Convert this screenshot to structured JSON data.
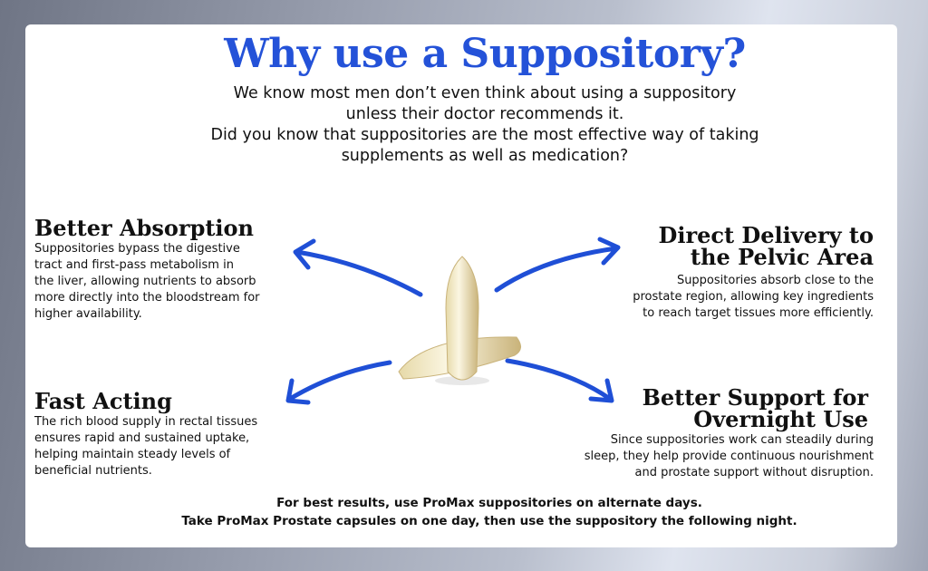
{
  "title": "Why use a Suppository?",
  "intro": [
    "We know most men don’t even think about using a suppository",
    "unless their doctor recommends it.",
    "Did you know that suppositories are the most effective way of taking",
    "supplements as well as medication?"
  ],
  "sections": {
    "absorption": {
      "heading": "Better Absorption",
      "body": [
        "Suppositories bypass the digestive",
        "tract and first-pass metabolism in",
        "the liver, allowing nutrients to absorb",
        "more directly into the bloodstream for",
        "higher availability."
      ]
    },
    "delivery": {
      "heading": [
        "Direct Delivery to",
        "the Pelvic Area"
      ],
      "body": [
        "Suppositories absorb close to the",
        "prostate region, allowing key ingredients",
        "to reach target tissues more efficiently."
      ]
    },
    "fast": {
      "heading": "Fast Acting",
      "body": [
        "The rich blood supply in rectal tissues",
        "ensures rapid and sustained uptake,",
        "helping maintain steady levels of",
        "beneficial nutrients."
      ]
    },
    "overnight": {
      "heading": [
        "Better Support for",
        "Overnight Use"
      ],
      "body": [
        "Since suppositories work can steadily during",
        "sleep, they help provide continuous nourishment",
        "and prostate support without disruption."
      ]
    }
  },
  "footer": [
    "For best results, use ProMax suppositories on alternate days.",
    "Take ProMax Prostate capsules on one day, then use the suppository the following night."
  ],
  "colors": {
    "accent": "#2452d8",
    "arrow": "#1f4fd6"
  }
}
